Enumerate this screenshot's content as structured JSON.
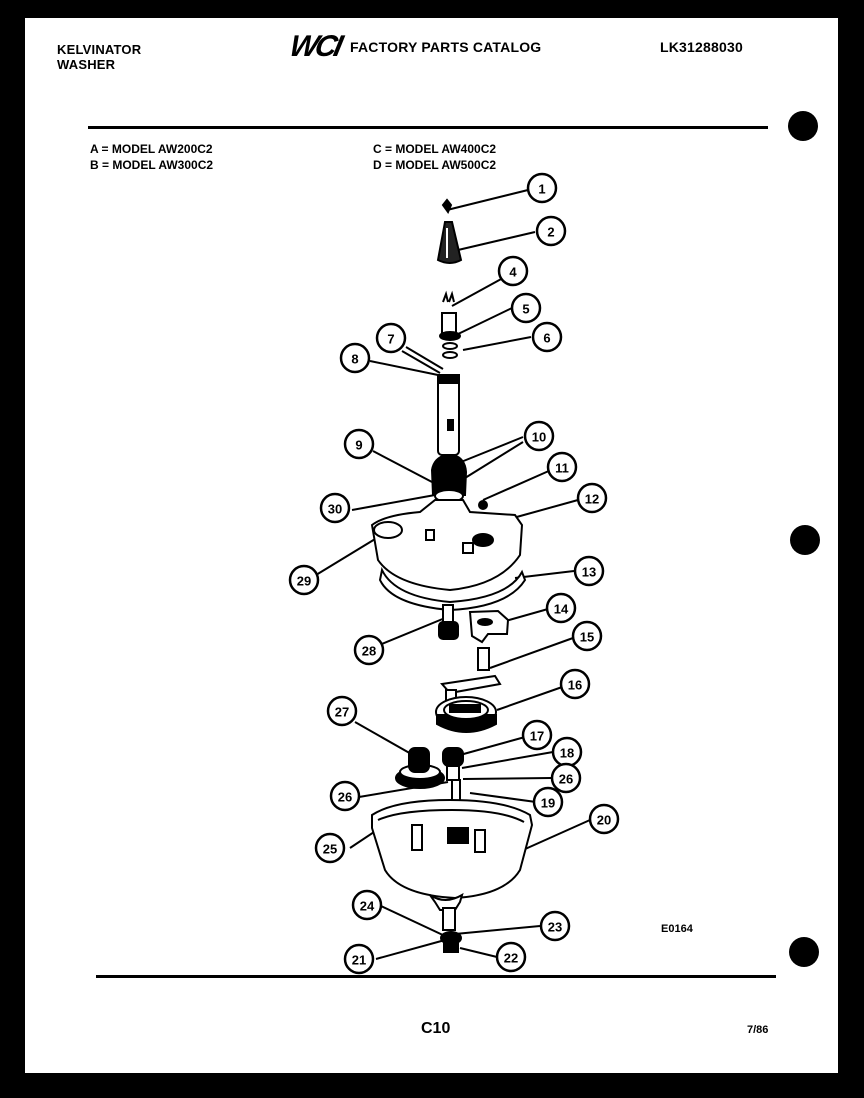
{
  "header": {
    "brand_line1": "KELVINATOR",
    "brand_line2": "WASHER",
    "logo_text": "WCI",
    "catalog_title": "FACTORY PARTS CATALOG",
    "catalog_number": "LK31288030"
  },
  "models": [
    {
      "key": "A",
      "label": "A = MODEL AW200C2"
    },
    {
      "key": "B",
      "label": "B = MODEL AW300C2"
    },
    {
      "key": "C",
      "label": "C = MODEL AW400C2"
    },
    {
      "key": "D",
      "label": "D = MODEL AW500C2"
    }
  ],
  "diagram": {
    "code": "E0164",
    "callouts": [
      "1",
      "2",
      "4",
      "5",
      "6",
      "7",
      "8",
      "9",
      "10",
      "11",
      "12",
      "13",
      "14",
      "15",
      "16",
      "17",
      "18",
      "26",
      "19",
      "20",
      "21",
      "22",
      "23",
      "24",
      "25",
      "26",
      "27",
      "28",
      "29",
      "30"
    ],
    "labels": {
      "c1": "1",
      "c2": "2",
      "c4": "4",
      "c5": "5",
      "c6": "6",
      "c7": "7",
      "c8": "8",
      "c9": "9",
      "c10": "10",
      "c11": "11",
      "c12": "12",
      "c13": "13",
      "c14": "14",
      "c15": "15",
      "c16": "16",
      "c17": "17",
      "c18": "18",
      "c26a": "26",
      "c19": "19",
      "c20": "20",
      "c21": "21",
      "c22": "22",
      "c23": "23",
      "c24": "24",
      "c25": "25",
      "c26b": "26",
      "c27": "27",
      "c28": "28",
      "c29": "29",
      "c30": "30"
    }
  },
  "footer": {
    "page": "C10",
    "date": "7/86"
  }
}
